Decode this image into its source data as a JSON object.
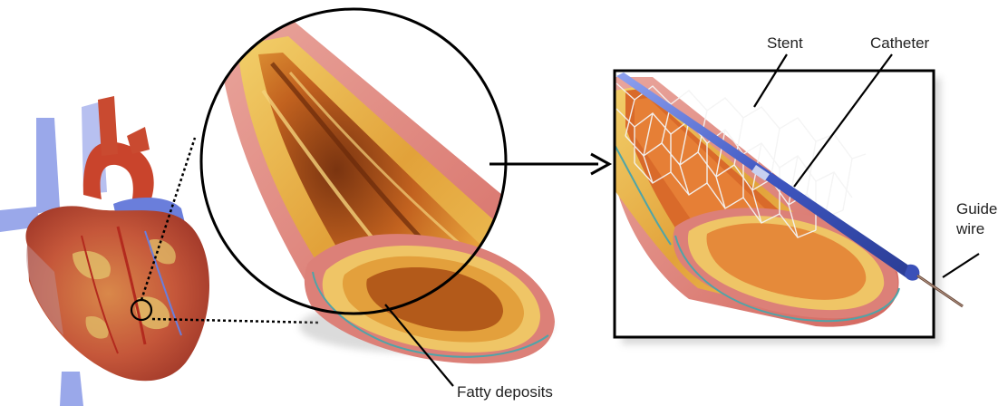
{
  "labels": {
    "stent": "Stent",
    "catheter": "Catheter",
    "guide_wire_line1": "Guide",
    "guide_wire_line2": "wire",
    "fatty_deposits": "Fatty deposits"
  },
  "colors": {
    "artery_wall": "#d9736b",
    "artery_outer": "#e8a39b",
    "plaque_yellow": "#e9b948",
    "plaque_orange": "#d9812a",
    "lumen_dark": "#9b4a16",
    "catheter_blue": "#4a63c8",
    "heart_red": "#c84a2e",
    "vessel_blue": "#7d8ee0",
    "outline": "#000000"
  }
}
